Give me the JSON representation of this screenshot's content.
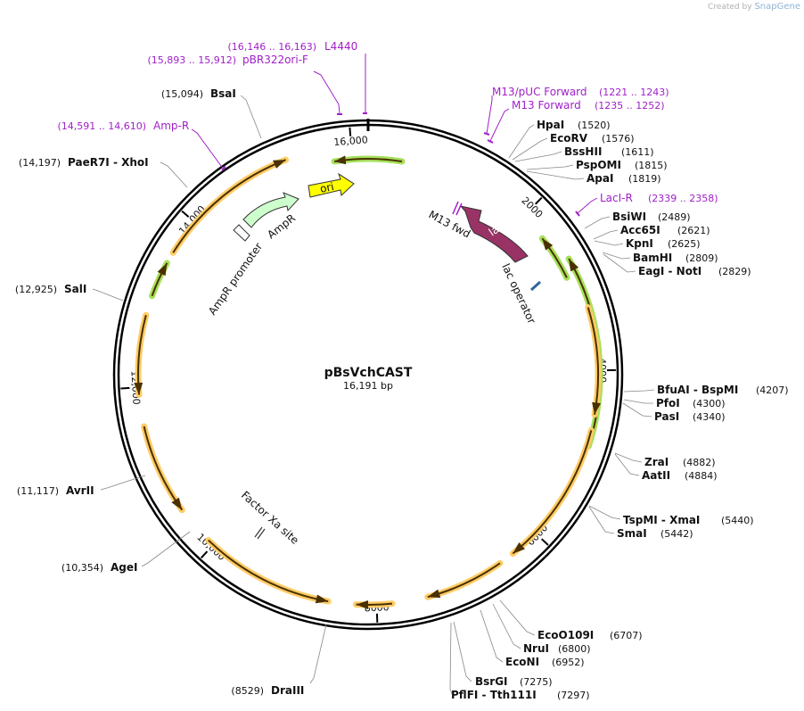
{
  "watermark": {
    "prefix": "Created by",
    "brand": "SnapGene"
  },
  "plasmid": {
    "name": "pBsVchCAST",
    "length_label": "16,191 bp"
  },
  "ring_ticks": [
    "2000",
    "4000",
    "6000",
    "8000",
    "10,000",
    "12,000",
    "14,000",
    "16,000"
  ],
  "primers": [
    {
      "id": "l4440",
      "name": "L4440",
      "range": "(16,146 .. 16,163)"
    },
    {
      "id": "pbr322",
      "name": "pBR322ori-F",
      "range": "(15,893 .. 15,912)"
    },
    {
      "id": "ampr",
      "name": "Amp-R",
      "range": "(14,591 .. 14,610)"
    },
    {
      "id": "m13puc",
      "name": "M13/pUC Forward",
      "range": "(1221 .. 1243)"
    },
    {
      "id": "m13fwd",
      "name": "M13 Forward",
      "range": "(1235 .. 1252)"
    },
    {
      "id": "lacir",
      "name": "LacI-R",
      "range": "(2339 .. 2358)"
    }
  ],
  "sites": [
    {
      "id": "bsai",
      "name": "BsaI",
      "pos": "(15,094)"
    },
    {
      "id": "paer7i",
      "name": "PaeR7I  - XhoI",
      "pos": "(14,197)"
    },
    {
      "id": "sali",
      "name": "SalI",
      "pos": "(12,925)"
    },
    {
      "id": "avrii",
      "name": "AvrII",
      "pos": "(11,117)"
    },
    {
      "id": "agei",
      "name": "AgeI",
      "pos": "(10,354)"
    },
    {
      "id": "draiii",
      "name": "DraIII",
      "pos": "(8529)"
    },
    {
      "id": "hpai",
      "name": "HpaI",
      "pos": "(1520)"
    },
    {
      "id": "ecorv",
      "name": "EcoRV",
      "pos": "(1576)"
    },
    {
      "id": "bsshii",
      "name": "BssHII",
      "pos": "(1611)"
    },
    {
      "id": "pspomi",
      "name": "PspOMI",
      "pos": "(1815)"
    },
    {
      "id": "apai",
      "name": "ApaI",
      "pos": "(1819)"
    },
    {
      "id": "bsiwi",
      "name": "BsiWI",
      "pos": "(2489)"
    },
    {
      "id": "acc65i",
      "name": "Acc65I",
      "pos": "(2621)"
    },
    {
      "id": "kpni",
      "name": "KpnI",
      "pos": "(2625)"
    },
    {
      "id": "bamhi",
      "name": "BamHI",
      "pos": "(2809)"
    },
    {
      "id": "eagi",
      "name": "EagI  - NotI",
      "pos": "(2829)"
    },
    {
      "id": "bfuai",
      "name": "BfuAI  - BspMI",
      "pos": "(4207)"
    },
    {
      "id": "pfoi",
      "name": "PfoI",
      "pos": "(4300)"
    },
    {
      "id": "pasi",
      "name": "PasI",
      "pos": "(4340)"
    },
    {
      "id": "zrai",
      "name": "ZraI",
      "pos": "(4882)"
    },
    {
      "id": "aatii",
      "name": "AatII",
      "pos": "(4884)"
    },
    {
      "id": "tspmi",
      "name": "TspMI  - XmaI",
      "pos": "(5440)"
    },
    {
      "id": "smai",
      "name": "SmaI",
      "pos": "(5442)"
    },
    {
      "id": "ecoo109i",
      "name": "EcoO109I",
      "pos": "(6707)"
    },
    {
      "id": "nrui",
      "name": "NruI",
      "pos": "(6800)"
    },
    {
      "id": "econi",
      "name": "EcoNI",
      "pos": "(6952)"
    },
    {
      "id": "bsrgi",
      "name": "BsrGI",
      "pos": "(7275)"
    },
    {
      "id": "pflfi",
      "name": "PflFI  - Tth111I",
      "pos": "(7297)"
    }
  ],
  "features": [
    {
      "id": "ori",
      "label": "ori",
      "color": "#ffff00"
    },
    {
      "id": "ampr",
      "label": "AmpR",
      "color": "#ccffcc"
    },
    {
      "id": "ampr-promoter",
      "label": "AmpR promoter",
      "color": "#ffffff"
    },
    {
      "id": "laci",
      "label": "lacI",
      "color": "#993366"
    },
    {
      "id": "lac-operator",
      "label": "lac operator",
      "color": "#336699"
    },
    {
      "id": "m13-fwd",
      "label": "M13 fwd",
      "color": "#a020c8"
    },
    {
      "id": "factor-xa",
      "label": "Factor Xa site",
      "color": "#333333"
    }
  ],
  "colors": {
    "primer": "#a020c8",
    "orf_orange": "#ffcc66",
    "orf_green": "#a6e05a",
    "arrow_dark": "#4a3000"
  }
}
